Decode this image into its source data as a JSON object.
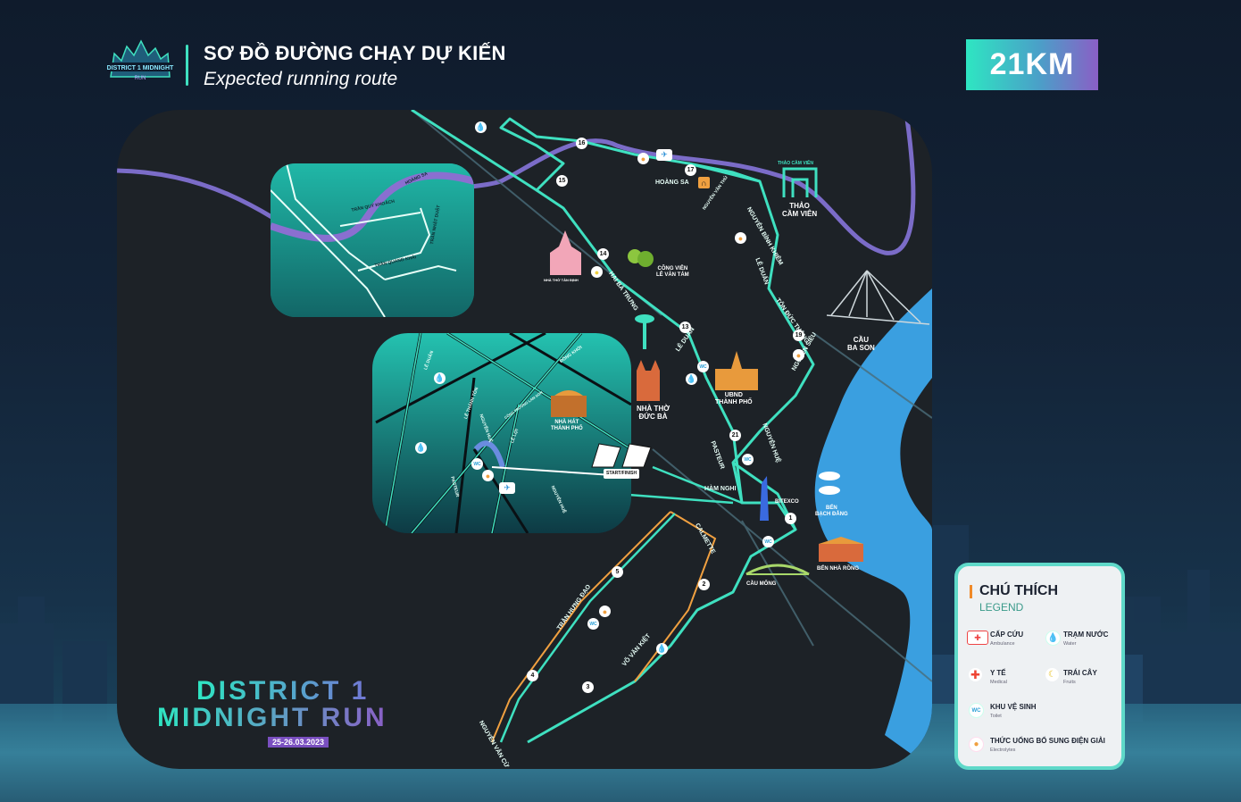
{
  "header": {
    "title_vi": "SƠ ĐỒ ĐƯỜNG CHẠY DỰ KIẾN",
    "title_en": "Expected running route",
    "distance": "21KM",
    "logo_text": "DISTRICT 1 MIDNIGHT RUN"
  },
  "brand": {
    "line1": "DISTRICT 1",
    "line2": "MIDNIGHT RUN",
    "date": "25-26.03.2023"
  },
  "colors": {
    "route": "#3fe0c0",
    "river": "#4aa3e0",
    "accent": "#8a5fc6",
    "map_bg": "#1d2227"
  },
  "landmarks": {
    "thao_cam_vien": "THẢO\nCẦM VIÊN",
    "thao_cam_vien_sign": "THẢO CẦM VIÊN",
    "cau_ba_son": "CẦU\nBA SON",
    "nha_tho_tan_dinh": "NHÀ THỜ TÂN ĐỊNH",
    "cong_vien_le_van_tam": "CÔNG VIÊN\nLÊ VĂN TÁM",
    "nha_tho_duc_ba": "NHÀ THỜ\nĐỨC BÀ",
    "ubnd": "UBND\nTHÀNH PHỐ",
    "bitexco": "BITEXCO",
    "ben_bach_dang": "BẾN\nBẠCH ĐẰNG",
    "ben_nha_rong": "BẾN NHÀ RỒNG",
    "cau_mong": "CẦU MỐNG",
    "nha_hat": "NHÀ HÁT\nTHÀNH PHỐ",
    "start_finish": "START/FINISH"
  },
  "streets": {
    "hoang_sa": "HOÀNG SA",
    "nguyen_van_thu": "NGUYỄN VĂN THỦ",
    "nguyen_binh_khiem": "NGUYỄN BỈNH KHIÊM",
    "le_duan": "LÊ DUẨN",
    "ton_duc_thang": "TÔN ĐỨC THẮNG",
    "nguyen_sieu": "NGUYỄN SIÊU",
    "nguyen_hue": "NGUYỄN HUỆ",
    "hai_ba_trung": "HAI BÀ TRƯNG",
    "pasteur": "PASTEUR",
    "ham_nghi": "HÀM NGHI",
    "calmette": "CALMETTE",
    "tran_hung_dao": "TRẦN HƯNG ĐẠO",
    "vo_van_kiet": "VÕ VĂN KIỆT",
    "nguyen_van_cu": "NGUYỄN VĂN CỪ",
    "tran_quy_khoach": "TRẦN QUÝ KHOÁCH",
    "tran_nhat_duat": "TRẦN NHẬT DUẬT",
    "tran_quang_khai": "TRẦN QUANG KHẢI",
    "le_thanh_ton": "LÊ THÁNH TÔN",
    "le_loi": "LÊ LỢI",
    "dong_khoi": "ĐỒNG KHỞI",
    "cong_truong_lam_son": "CÔNG TRƯỜNG LAM SƠN"
  },
  "checkpoints": [
    "1",
    "2",
    "3",
    "4",
    "5",
    "13",
    "14",
    "15",
    "16",
    "17",
    "19",
    "21"
  ],
  "legend": {
    "title": "CHÚ THÍCH",
    "subtitle": "LEGEND",
    "items": [
      {
        "label": "CẤP CỨU",
        "sub": "Ambulance",
        "icon": "ambulance-icon"
      },
      {
        "label": "TRẠM NƯỚC",
        "sub": "Water",
        "icon": "water-drop-icon"
      },
      {
        "label": "Y TẾ",
        "sub": "Medical",
        "icon": "medical-cross-icon"
      },
      {
        "label": "TRÁI CÂY",
        "sub": "Fruits",
        "icon": "banana-icon"
      },
      {
        "label": "KHU VỆ SINH",
        "sub": "Toilet",
        "icon": "wc-icon"
      },
      {
        "label": "THỨC UỐNG BỔ SUNG ĐIỆN GIẢI",
        "sub": "Electrolytes",
        "icon": "electrolyte-icon"
      }
    ]
  },
  "wc_text": "WC"
}
